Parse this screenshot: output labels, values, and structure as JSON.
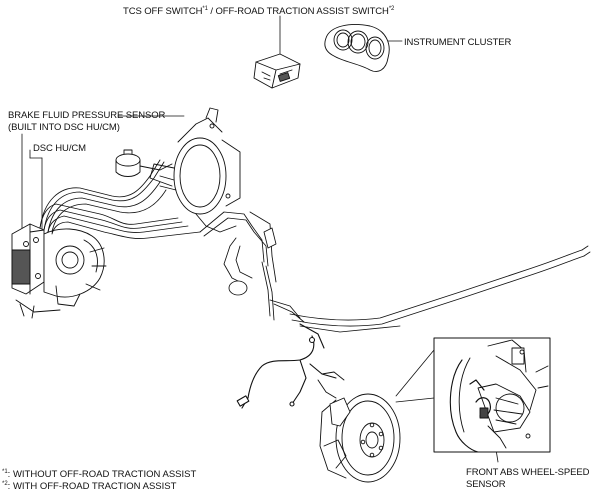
{
  "labels": {
    "switch_main": "TCS OFF SWITCH",
    "switch_sup1": "*1",
    "switch_sep": " / OFF-ROAD TRACTION ASSIST SWITCH",
    "switch_sup2": "*2",
    "instrument_cluster": "INSTRUMENT CLUSTER",
    "pressure_sensor_line1": "BRAKE FLUID PRESSURE SENSOR",
    "pressure_sensor_line2": "(BUILT INTO DSC HU/CM)",
    "dsc": "DSC HU/CM",
    "wheel_speed_line1": "FRONT ABS WHEEL-SPEED",
    "wheel_speed_line2": "SENSOR"
  },
  "footnotes": {
    "note1_mark": "*1",
    "note1_text": ": WITHOUT OFF-ROAD TRACTION ASSIST",
    "note2_mark": "*2",
    "note2_text": ": WITH OFF-ROAD TRACTION ASSIST"
  },
  "colors": {
    "line": "#111111",
    "fill": "#ffffff",
    "shade": "#6a6a6a"
  }
}
